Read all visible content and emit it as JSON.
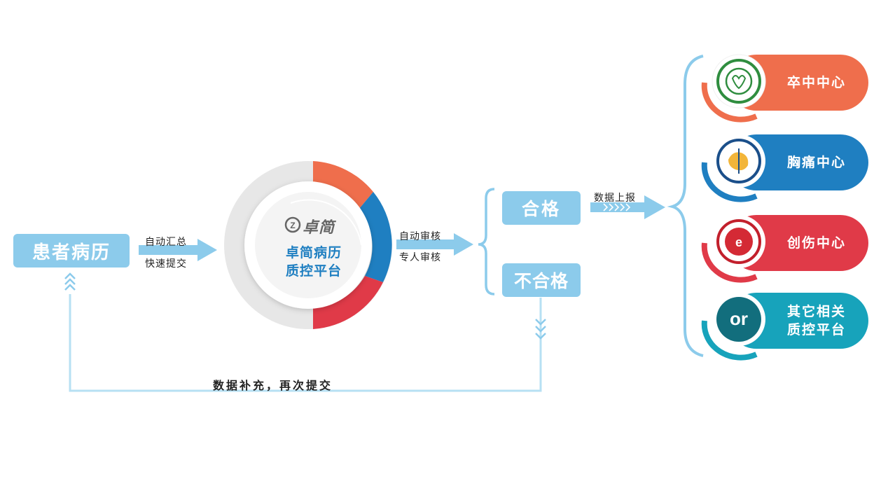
{
  "patient": {
    "label": "患者病历"
  },
  "flow1": {
    "line1": "自动汇总",
    "line2": "快速提交"
  },
  "platform": {
    "logo_text": "卓简",
    "line1": "卓简病历",
    "line2": "质控平台"
  },
  "flow2": {
    "line1": "自动审核",
    "line2": "专人审核"
  },
  "pass": {
    "label": "合格"
  },
  "fail": {
    "label": "不合格"
  },
  "report": {
    "label": "数据上报"
  },
  "feedback": {
    "label": "数据补充，再次提交"
  },
  "centers": [
    {
      "label": "卒中中心",
      "color": "#ef6e4c"
    },
    {
      "label": "胸痛中心",
      "color": "#1f7fc1"
    },
    {
      "label": "创伤中心",
      "color": "#e03a48"
    },
    {
      "line1": "其它相关",
      "line2": "质控平台",
      "logo_text": "or",
      "color": "#17a3bb"
    }
  ],
  "colors": {
    "accent": "#8ccbeb",
    "line": "#b7e0f3"
  }
}
